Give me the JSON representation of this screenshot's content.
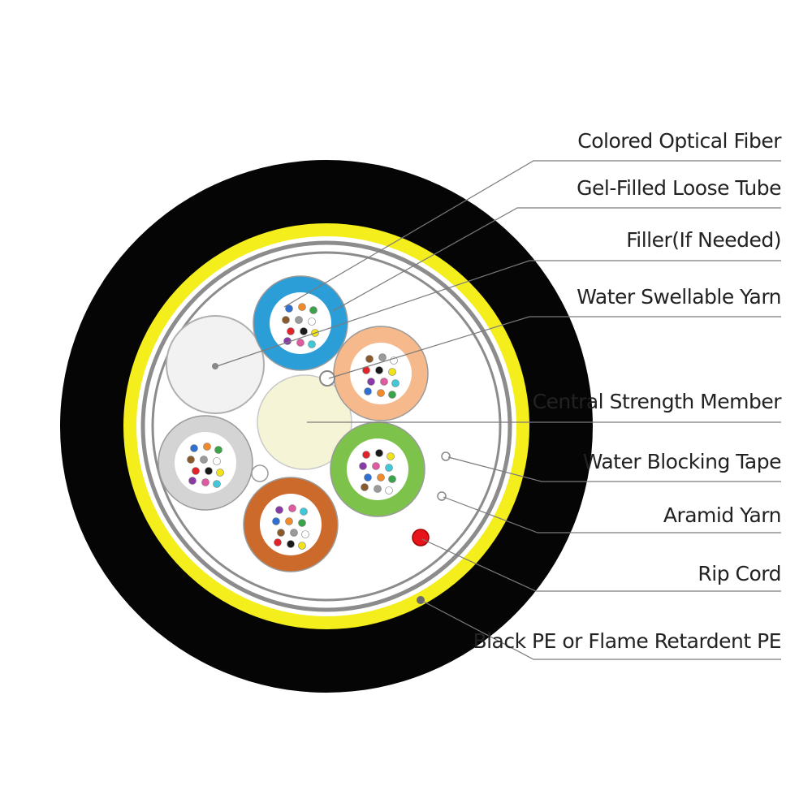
{
  "labels": {
    "colored_optical_fiber": "Colored Optical Fiber",
    "gel_filled_loose_tube": "Gel-Filled Loose Tube",
    "filler": "Filler(If Needed)",
    "water_swellable_yarn": "Water Swellable Yarn",
    "central_strength_member": "Central Strength Member",
    "water_blocking_tape": "Water Blocking Tape",
    "aramid_yarn": "Aramid Yarn",
    "rip_cord": "Rip Cord",
    "outer_sheath": "Black PE or Flame Retardent PE"
  },
  "colors": {
    "sheath": "#050505",
    "aramid": "#f4ee1c",
    "tape": "#8c8c8c",
    "central_member": "#f6f4d6",
    "filler": "#f2f2f2",
    "rip_cord": "#e8141c",
    "tube_blue": "#2b9ed8",
    "tube_peach": "#f5b98c",
    "tube_green": "#7dc24b",
    "tube_orange": "#cc6a2c",
    "tube_grey": "#d4d4d4"
  },
  "fiber_colors": [
    "#2e6fd0",
    "#f08a2a",
    "#3aa34a",
    "#8a5a2c",
    "#9a9a9a",
    "#ffffff",
    "#e0242a",
    "#1a1a1a",
    "#f2e21a",
    "#8a3aa6",
    "#e05aa0",
    "#40c8d8"
  ]
}
